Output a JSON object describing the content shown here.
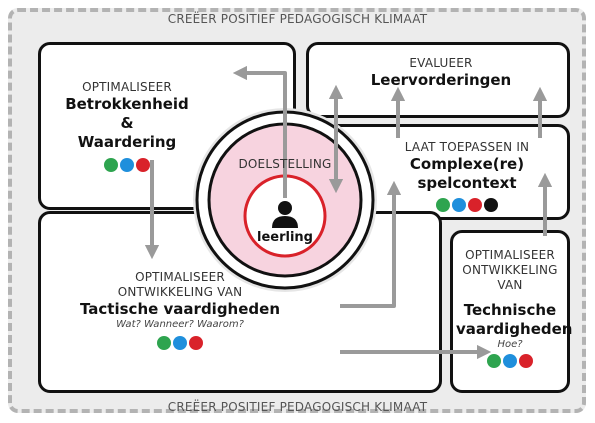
{
  "climate_top": "CREËER POSITIEF PEDAGOGISCH KLIMAAT",
  "climate_bottom": "CREËER POSITIEF PEDAGOGISCH KLIMAAT",
  "engagement": {
    "prefix": "OPTIMALISEER",
    "title_line1": "Betrokkenheid &",
    "title_line2": "Waardering",
    "dots": [
      "#2ea44f",
      "#1f8fdc",
      "#d9222a"
    ]
  },
  "evaluate": {
    "prefix": "EVALUEER",
    "title": "Leervorderingen"
  },
  "complex": {
    "prefix": "LAAT TOEPASSEN IN",
    "title_line1": "Complexe(re)",
    "title_line2": "spelcontext",
    "dots": [
      "#2ea44f",
      "#1f8fdc",
      "#d9222a",
      "#111111"
    ]
  },
  "tactical": {
    "prefix_line1": "OPTIMALISEER",
    "prefix_line2": "ONTWIKKELING VAN",
    "title": "Tactische vaardigheden",
    "questions": "Wat? Wanneer? Waarom?",
    "dots": [
      "#2ea44f",
      "#1f8fdc",
      "#d9222a"
    ]
  },
  "technical": {
    "prefix_line1": "OPTIMALISEER",
    "prefix_line2": "ONTWIKKELING",
    "prefix_line3": "VAN",
    "title_line1": "Technische",
    "title_line2": "vaardigheden",
    "question": "Hoe?",
    "dots": [
      "#2ea44f",
      "#1f8fdc",
      "#d9222a"
    ]
  },
  "center": {
    "goal": "DOELSTELLING",
    "learner": "leerling",
    "icon": "person-icon"
  },
  "colors": {
    "frame": "#111111",
    "background": "#ececec",
    "center_fill": "#f7d3df",
    "center_ring": "#d9222a",
    "arrow": "#9a9a9a"
  }
}
